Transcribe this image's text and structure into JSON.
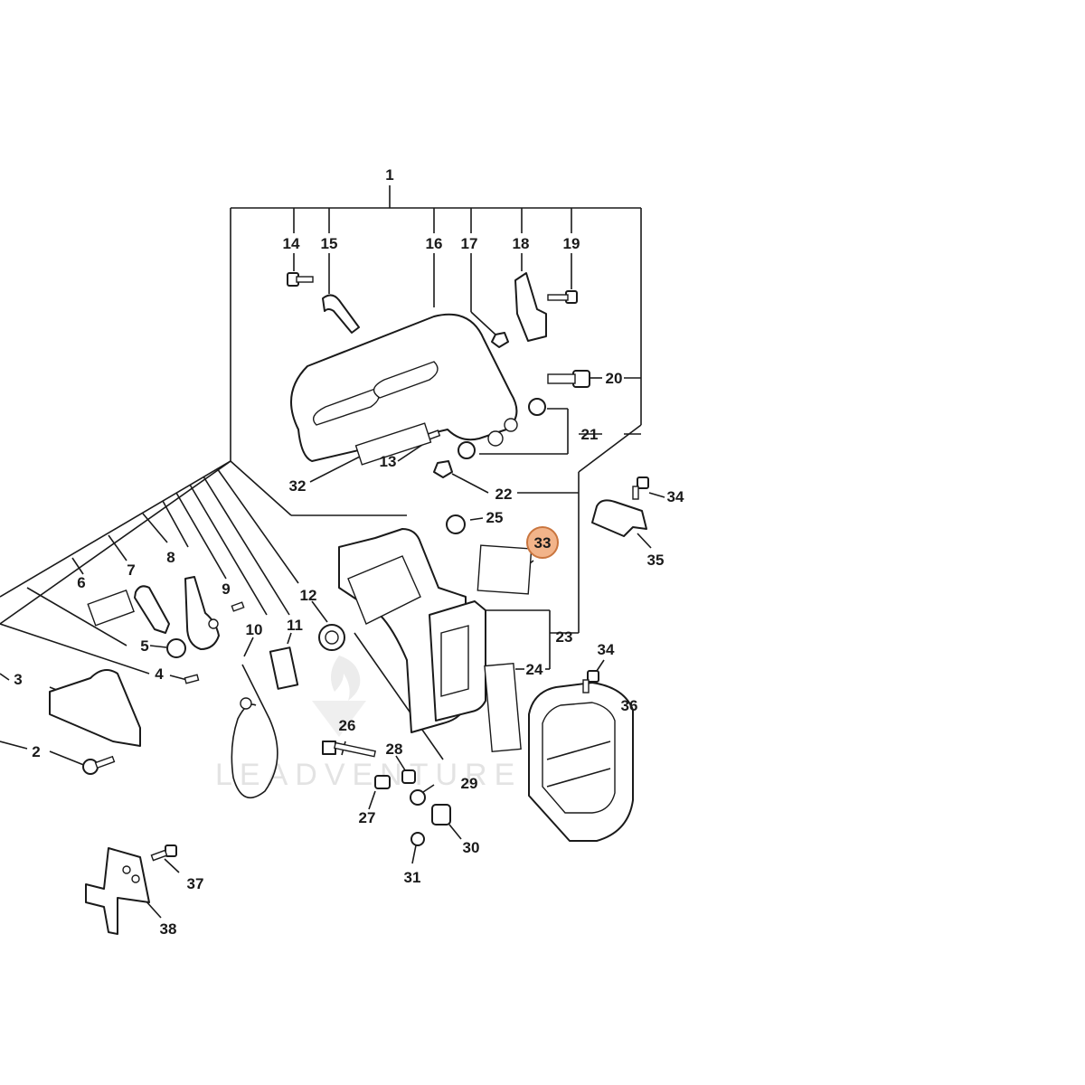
{
  "watermark": "LEADVENTURE",
  "highlight_color": "#f2b48a",
  "highlighted_part": "33",
  "callouts": [
    "1",
    "2",
    "3",
    "4",
    "5",
    "6",
    "7",
    "8",
    "9",
    "10",
    "11",
    "12",
    "13",
    "14",
    "15",
    "16",
    "17",
    "18",
    "19",
    "20",
    "21",
    "22",
    "23",
    "24",
    "25",
    "26",
    "27",
    "28",
    "29",
    "30",
    "31",
    "32",
    "33",
    "34",
    "34",
    "35",
    "36",
    "37",
    "38"
  ]
}
